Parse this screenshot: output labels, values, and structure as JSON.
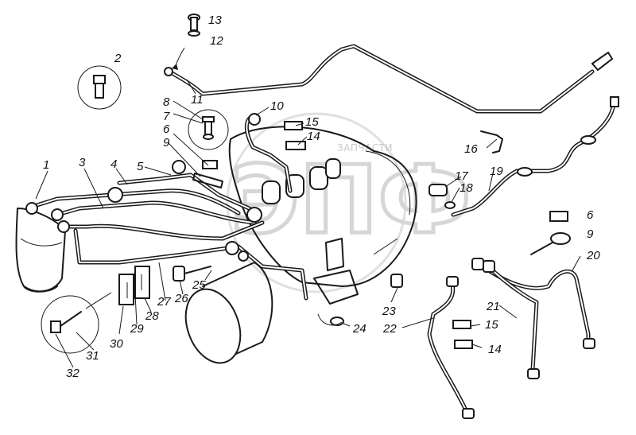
{
  "watermark": {
    "text": "ЗАПЧАСТИ",
    "letters": "ЭПФ"
  },
  "callouts": [
    {
      "label": "1"
    },
    {
      "label": "2"
    },
    {
      "label": "3"
    },
    {
      "label": "4"
    },
    {
      "label": "5"
    },
    {
      "label": "6"
    },
    {
      "label": "7"
    },
    {
      "label": "8"
    },
    {
      "label": "9"
    },
    {
      "label": "10"
    },
    {
      "label": "11"
    },
    {
      "label": "12"
    },
    {
      "label": "13"
    },
    {
      "label": "14"
    },
    {
      "label": "15"
    },
    {
      "label": "16"
    },
    {
      "label": "17"
    },
    {
      "label": "18"
    },
    {
      "label": "19"
    },
    {
      "label": "6"
    },
    {
      "label": "9"
    },
    {
      "label": "20"
    },
    {
      "label": "21"
    },
    {
      "label": "15"
    },
    {
      "label": "14"
    },
    {
      "label": "22"
    },
    {
      "label": "23"
    },
    {
      "label": "24"
    },
    {
      "label": "25"
    },
    {
      "label": "26"
    },
    {
      "label": "27"
    },
    {
      "label": "28"
    },
    {
      "label": "29"
    },
    {
      "label": "30"
    },
    {
      "label": "31"
    },
    {
      "label": "32"
    }
  ],
  "colors": {
    "ink": "#1a1a1a",
    "paper": "#ffffff",
    "watermark": "#d0d0d0"
  }
}
